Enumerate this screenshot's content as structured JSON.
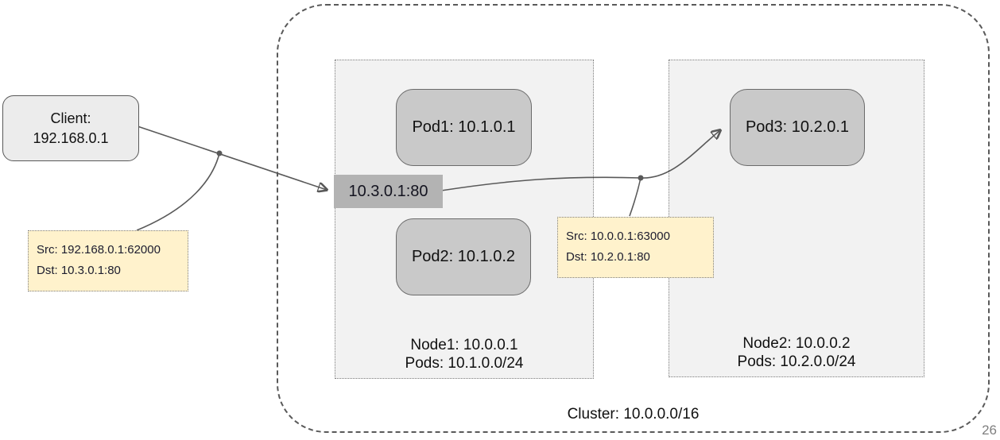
{
  "page_number": "26",
  "client": {
    "line1": "Client:",
    "line2": "192.168.0.1"
  },
  "service": {
    "label": "10.3.0.1:80"
  },
  "cluster": {
    "label": "Cluster: 10.0.0.0/16"
  },
  "nodes": [
    {
      "title": "Node1: 10.0.0.1",
      "subtitle": "Pods: 10.1.0.0/24",
      "pods": [
        {
          "label": "Pod1: 10.1.0.1"
        },
        {
          "label": "Pod2: 10.1.0.2"
        }
      ]
    },
    {
      "title": "Node2: 10.0.0.2",
      "subtitle": "Pods: 10.2.0.0/24",
      "pods": [
        {
          "label": "Pod3: 10.2.0.1"
        }
      ]
    }
  ],
  "packet_notes": [
    {
      "src": "Src: 192.168.0.1:62000",
      "dst": "Dst: 10.3.0.1:80"
    },
    {
      "src": "Src: 10.0.0.1:63000",
      "dst": "Dst: 10.2.0.1:80"
    }
  ],
  "colors": {
    "connector": "#595959",
    "pod_fill": "#c9c9c9",
    "node_fill": "#f2f2f2",
    "client_fill": "#ececec",
    "service_label_fill": "#b3b3b3",
    "note_fill": "#fff2cc",
    "text": "#1a1a1a",
    "page_number": "#7f7f7f"
  }
}
